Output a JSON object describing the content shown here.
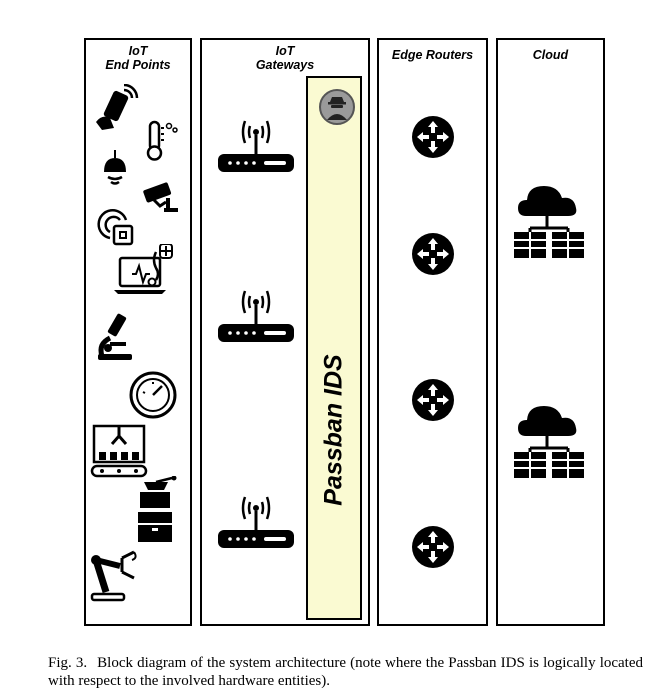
{
  "columns": {
    "endpoints": {
      "title": "IoT\nEnd Points"
    },
    "gateways": {
      "title": "IoT\nGateways"
    },
    "routers": {
      "title": "Edge Routers"
    },
    "cloud": {
      "title": "Cloud"
    }
  },
  "ids": {
    "label": "Passban IDS",
    "icon": "hacker-icon"
  },
  "endpoint_icons": [
    "smartphone-nfc-icon",
    "thermometer-icon",
    "smart-lamp-icon",
    "security-camera-icon",
    "rfid-tag-icon",
    "laptop-medical-icon",
    "microscope-icon",
    "gauge-icon",
    "factory-conveyor-icon",
    "coffee-grinder-icon",
    "robotic-arm-icon"
  ],
  "gateway_icons": [
    "wifi-router-icon",
    "wifi-router-icon",
    "wifi-router-icon"
  ],
  "router_icons": [
    "router-icon",
    "router-icon",
    "router-icon",
    "router-icon"
  ],
  "cloud_icons": [
    "cloud-server-icon",
    "cloud-server-icon"
  ],
  "caption": {
    "label": "Fig. 3.",
    "text": "Block diagram of the system architecture (note where the Passban IDS is logically located with respect to the involved hardware entities)."
  }
}
